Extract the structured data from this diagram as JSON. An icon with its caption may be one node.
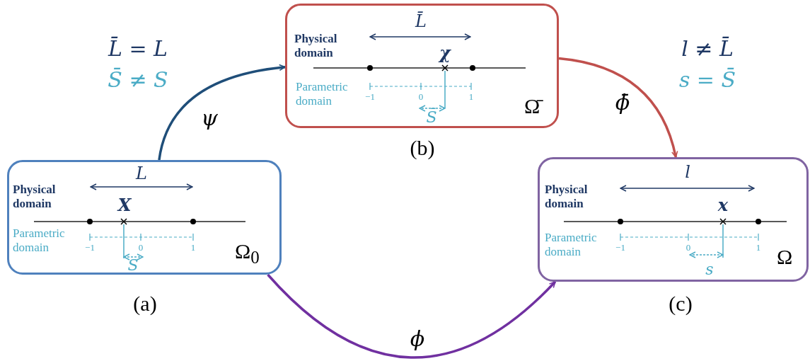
{
  "diagram": {
    "nodes": [
      {
        "text": [
          "L",
          "Physical domain",
          "X",
          "Parametric domain",
          "−1",
          "0",
          "1",
          "S",
          "Ω$_{0}$"
        ],
        "beside": [
          "(a)"
        ]
      },
      {
        "text": [
          "L̄",
          "Physical domain",
          "χ",
          "Parametric domain",
          "−1",
          "0",
          "1",
          "S̄",
          "Ω̄"
        ],
        "beside": [
          "(b)"
        ]
      },
      {
        "text": [
          "l",
          "Physical domain",
          "x",
          "Parametric domain",
          "−1",
          "0",
          "1",
          "s",
          "Ω"
        ],
        "beside": [
          "(c)"
        ]
      }
    ],
    "edges": [
      {
        "from": 0,
        "to": 1,
        "arrow": "to",
        "label": "ψ",
        "color": "#1f4e79"
      },
      {
        "from": 1,
        "to": 2,
        "arrow": "to",
        "label": "ϕ̄",
        "color": "#c0504d"
      },
      {
        "from": 0,
        "to": 2,
        "arrow": "to",
        "label": "ϕ",
        "color": "#7030a0"
      }
    ],
    "labels": [
      "L̄ = L",
      "S̄ ≠ S",
      "l ≠ L̄",
      "s = S̄"
    ]
  }
}
